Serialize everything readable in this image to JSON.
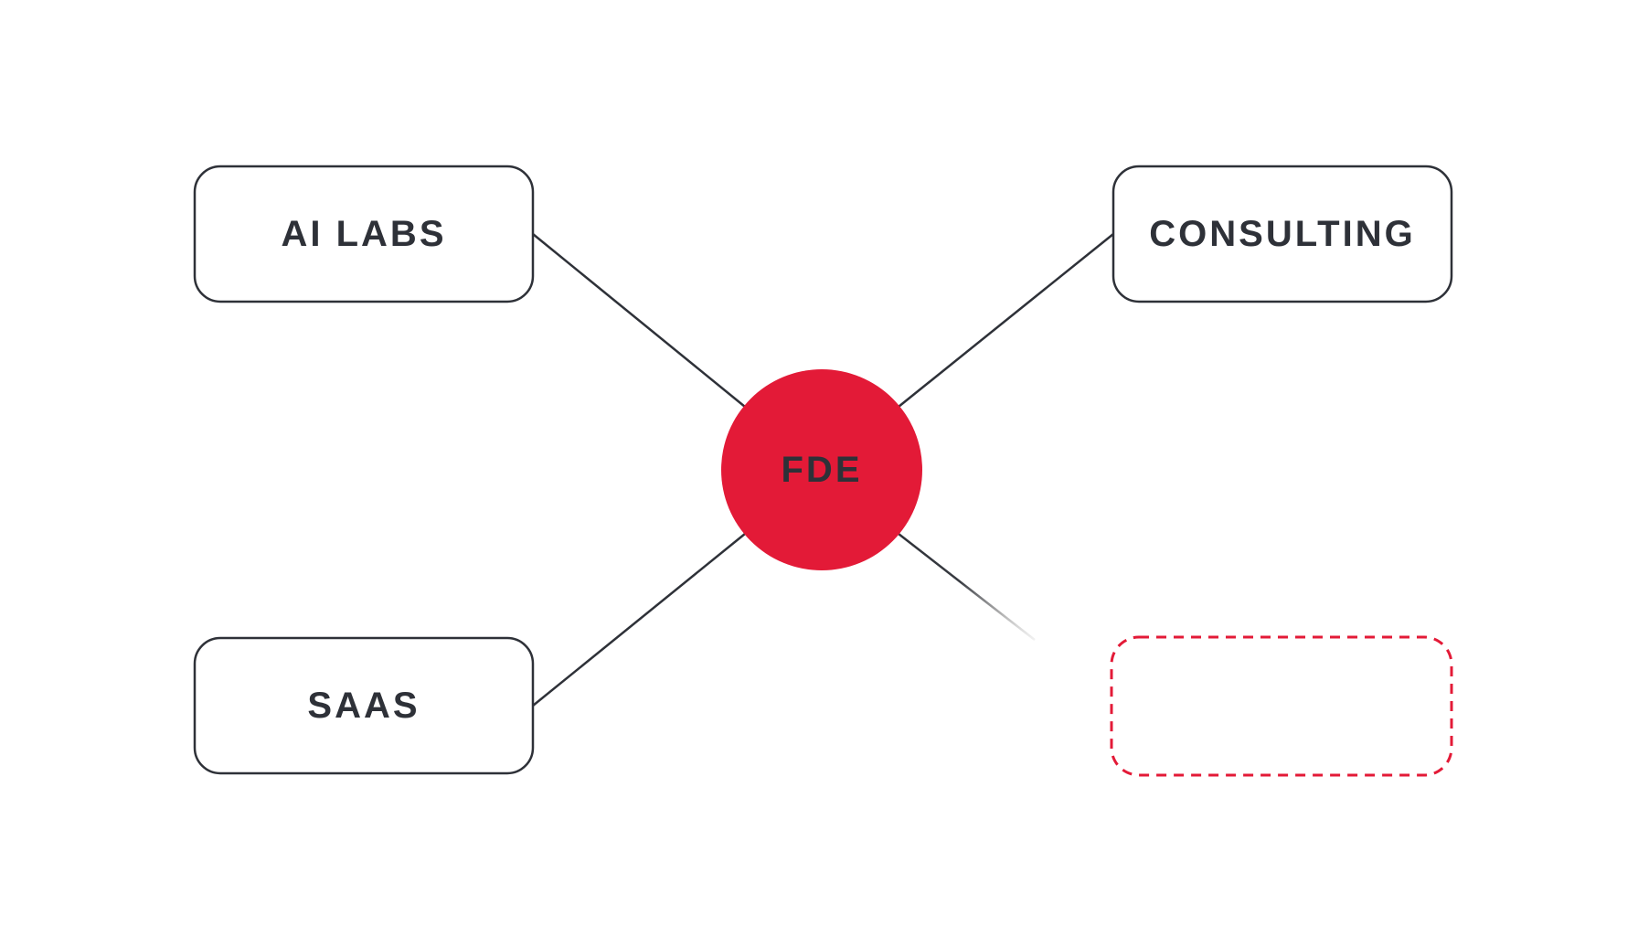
{
  "center": {
    "label": "FDE"
  },
  "nodes": {
    "ai_labs": {
      "label": "AI LABS"
    },
    "consulting": {
      "label": "CONSULTING"
    },
    "saas": {
      "label": "SAAS"
    },
    "placeholder": {
      "label": ""
    }
  },
  "colors": {
    "accent": "#E31A37",
    "ink": "#2E3138",
    "background": "#FFFFFF"
  }
}
